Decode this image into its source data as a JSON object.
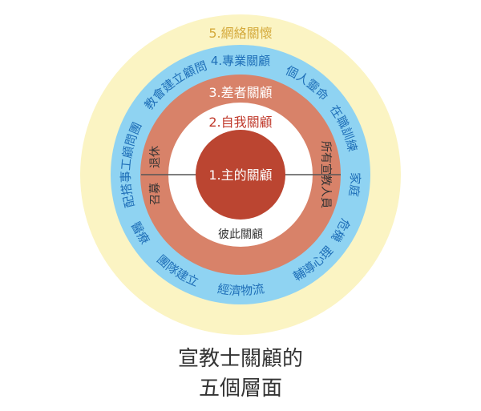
{
  "colors": {
    "outer": "#fbf4c3",
    "professional": "#8fd3f2",
    "member": "#d88269",
    "self": "#ffffff",
    "core": "#bb4531",
    "blue_text": "#1f6fb8",
    "red_text": "#c0392b"
  },
  "layers": {
    "core": "1.主的關顧",
    "self": "2.自我關顧",
    "mutual": "彼此關顧",
    "member": "3.差者關顧",
    "professional": "4.專業關顧",
    "network": "5.網絡關懷"
  },
  "member_items": {
    "retire": "退休",
    "recruit": "召募",
    "all_missionaries": "所有宣教人員"
  },
  "professional_items": {
    "team_consult": "配搭事工顧問團",
    "church_consult": "教會建立顧問",
    "spiritual": "個人靈命",
    "training": "在職訓練",
    "family": "家庭",
    "crisis": "危機",
    "medical": "醫療",
    "team_building": "團隊建立",
    "logistics": "經濟物流",
    "counseling": "輔導心理"
  },
  "caption": {
    "line1": "宣教士關顧的",
    "line2": "五個層面"
  }
}
